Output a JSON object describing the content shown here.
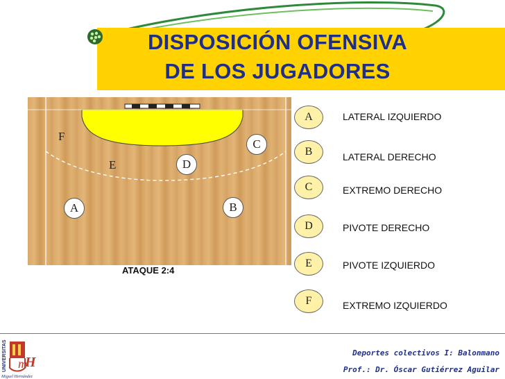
{
  "title": {
    "line1": "DISPOSICIÓN OFENSIVA",
    "line2": "DE LOS JUGADORES"
  },
  "diagram": {
    "attack_label": "ATAQUE 2:4",
    "players_on_court": [
      {
        "id": "F",
        "circled": false
      },
      {
        "id": "C",
        "circled": true
      },
      {
        "id": "E",
        "circled": false
      },
      {
        "id": "D",
        "circled": true
      },
      {
        "id": "A",
        "circled": true
      },
      {
        "id": "B",
        "circled": true
      }
    ]
  },
  "legend": [
    {
      "key": "A",
      "label": "LATERAL IZQUIERDO"
    },
    {
      "key": "B",
      "label": "LATERAL DERECHO"
    },
    {
      "key": "C",
      "label": "EXTREMO DERECHO"
    },
    {
      "key": "D",
      "label": "PIVOTE DERECHO"
    },
    {
      "key": "E",
      "label": "PIVOTE IZQUIERDO"
    },
    {
      "key": "F",
      "label": "EXTREMO IZQUIERDO"
    }
  ],
  "footer": {
    "course": "Deportes colectivos I: Balonmano",
    "professor": "Prof.: Dr. Óscar Gutiérrez Aguilar"
  },
  "logo": {
    "vertical_text": "UNIVERSITAS",
    "caption": "Miguel Hernández"
  },
  "colors": {
    "title_band": "#ffd200",
    "title_text": "#1f2f86",
    "goal_area": "#ffff00"
  }
}
